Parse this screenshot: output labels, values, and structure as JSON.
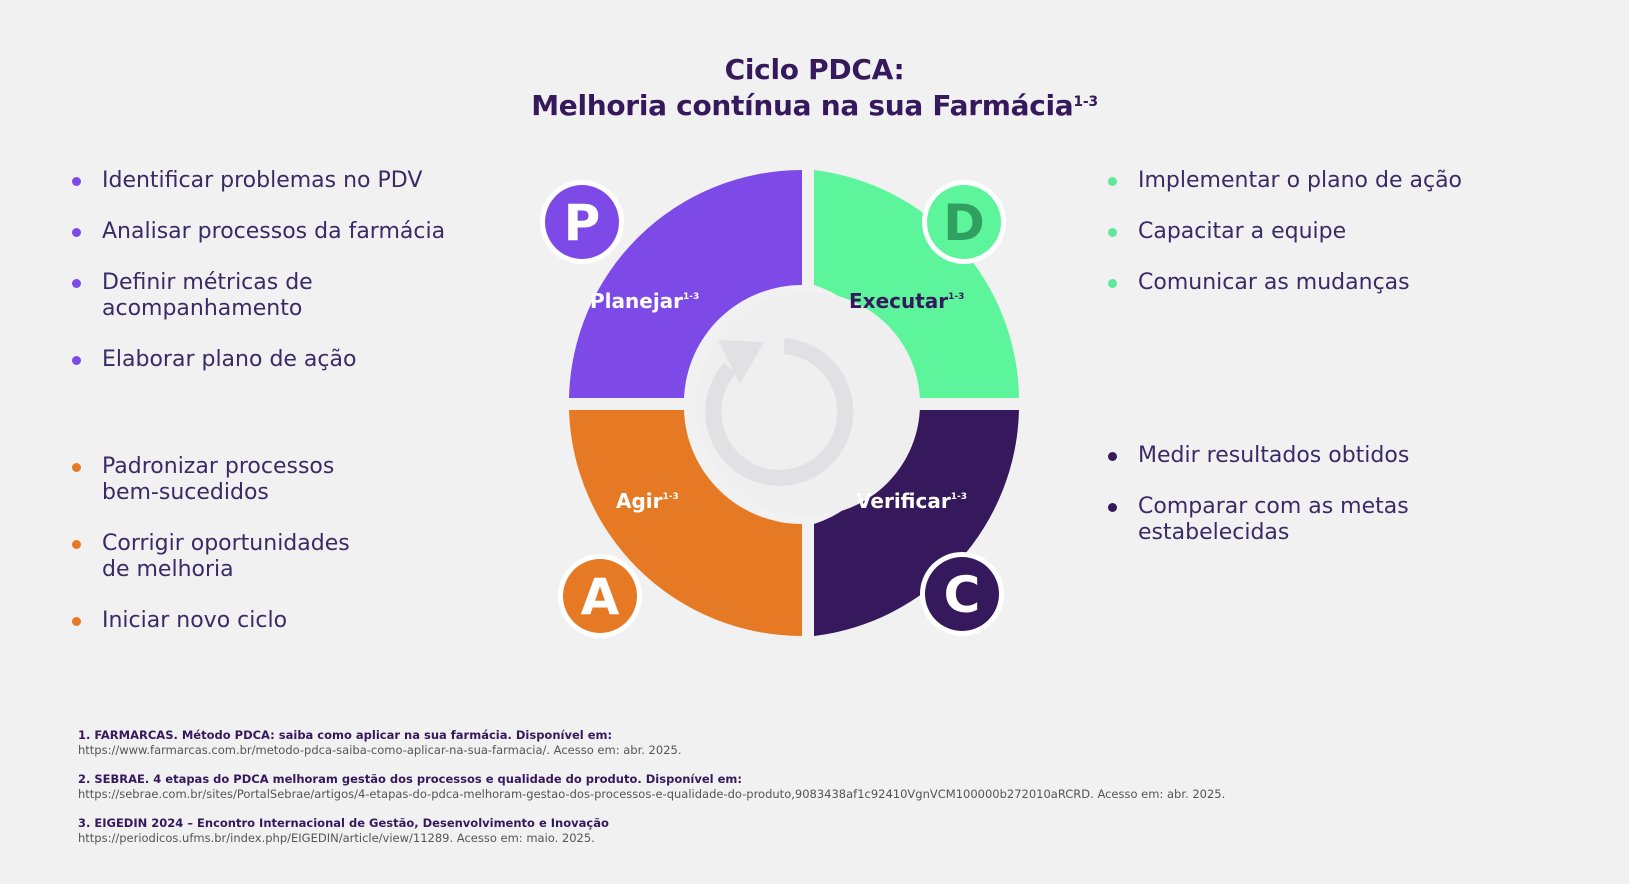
{
  "title": {
    "line1": "Ciclo PDCA:",
    "line2": "Melhoria contínua na sua Farmácia",
    "sup": "1-3"
  },
  "colors": {
    "plan": "#7d4ae8",
    "do": "#5df59c",
    "check": "#35195c",
    "act": "#e67a24",
    "title": "#35195c"
  },
  "cycle": {
    "center_icon": "refresh-cycle-icon",
    "plan": {
      "letter": "P",
      "label": "Planejar",
      "sup": "1-3"
    },
    "do": {
      "letter": "D",
      "label": "Executar",
      "sup": "1-3"
    },
    "check": {
      "letter": "C",
      "label": "Verificar",
      "sup": "1-3"
    },
    "act": {
      "letter": "A",
      "label": "Agir",
      "sup": "1-3"
    }
  },
  "lists": {
    "plan": [
      "Identificar problemas no PDV",
      "Analisar processos da farmácia",
      "Definir métricas de\nacompanhamento",
      "Elaborar plano de ação"
    ],
    "act": [
      "Padronizar processos\nbem-sucedidos",
      "Corrigir oportunidades\nde melhoria",
      "Iniciar novo ciclo"
    ],
    "do": [
      "Implementar o plano de ação",
      "Capacitar a equipe",
      "Comunicar as mudanças"
    ],
    "check": [
      "Medir resultados obtidos",
      "Comparar com as metas\nestabelecidas"
    ]
  },
  "references": [
    {
      "head": "1. FARMARCAS. Método PDCA: saiba como aplicar na sua farmácia. Disponível em:",
      "url": "https://www.farmarcas.com.br/metodo-pdca-saiba-como-aplicar-na-sua-farmacia/. Acesso em: abr. 2025."
    },
    {
      "head": "2. SEBRAE. 4 etapas do PDCA melhoram gestão dos processos e qualidade do produto. Disponível em:",
      "url": "https://sebrae.com.br/sites/PortalSebrae/artigos/4-etapas-do-pdca-melhoram-gestao-dos-processos-e-qualidade-do-produto,9083438af1c92410VgnVCM100000b272010aRCRD. Acesso em: abr. 2025."
    },
    {
      "head": "3. EIGEDIN 2024 – Encontro Internacional de Gestão, Desenvolvimento e Inovação",
      "url": "https://periodicos.ufms.br/index.php/EIGEDIN/article/view/11289. Acesso em: maio. 2025."
    }
  ]
}
